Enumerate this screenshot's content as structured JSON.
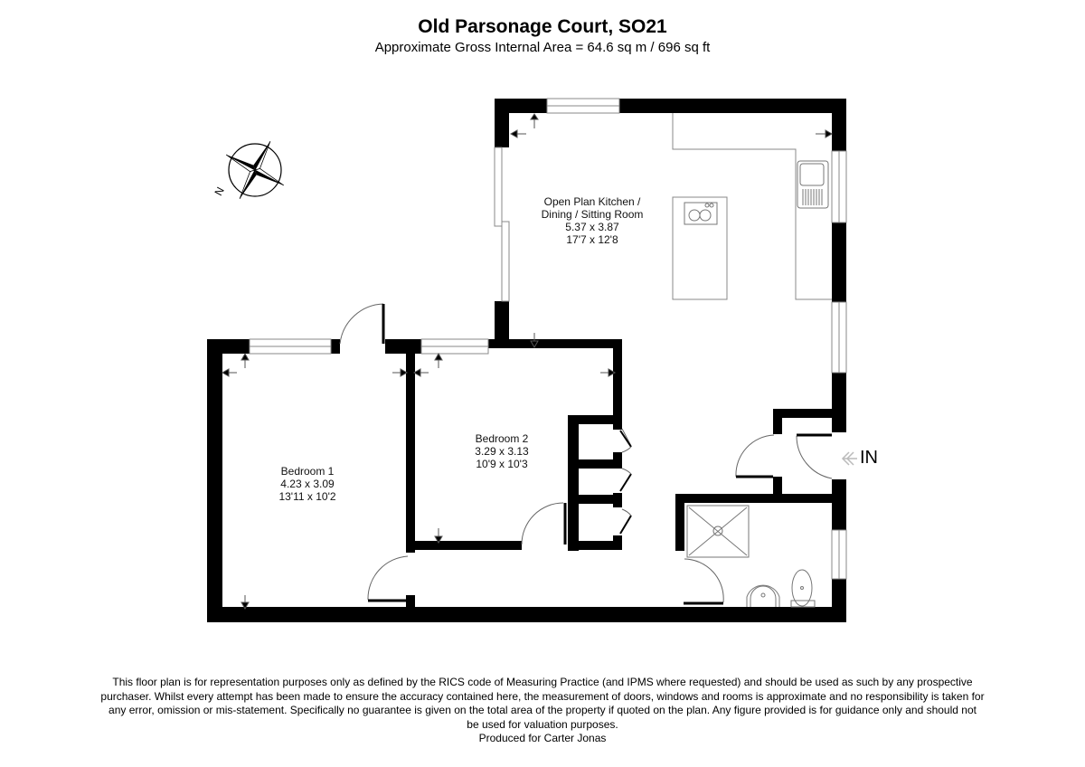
{
  "header": {
    "title": "Old Parsonage Court, SO21",
    "subtitle": "Approximate Gross Internal Area = 64.6 sq m / 696 sq ft"
  },
  "compass": {
    "icon": "compass-rose-icon",
    "north_label": "N"
  },
  "rooms": [
    {
      "id": "kitchen",
      "name_line1": "Open Plan Kitchen /",
      "name_line2": "Dining / Sitting Room",
      "metric": "5.37 x 3.87",
      "imperial": "17'7 x 12'8"
    },
    {
      "id": "bedroom2",
      "name": "Bedroom 2",
      "metric": "3.29 x 3.13",
      "imperial": "10'9 x 10'3"
    },
    {
      "id": "bedroom1",
      "name": "Bedroom 1",
      "metric": "4.23 x 3.09",
      "imperial": "13'11 x 10'2"
    }
  ],
  "entrance": {
    "label": "IN",
    "icon": "entrance-arrow-icon"
  },
  "fixtures": [
    "hob-icon",
    "sink-icon",
    "shower-tray-icon",
    "basin-icon",
    "toilet-icon"
  ],
  "colors": {
    "wall": "#000000",
    "line": "#888888",
    "background": "#ffffff"
  },
  "footer": {
    "lines": [
      "This floor plan is for representation purposes only as defined by the RICS code of Measuring Practice (and IPMS where requested) and should be used as such by any prospective",
      "purchaser. Whilst every attempt has been made to ensure the accuracy contained here, the measurement of doors, windows and rooms is approximate and no responsibility is taken for",
      "any error, omission or mis-statement. Specifically no guarantee is given on the total area of the property if quoted on the plan. Any figure provided is for guidance only and should not",
      "be used for valuation purposes."
    ],
    "credit": "Produced for Carter Jonas"
  }
}
